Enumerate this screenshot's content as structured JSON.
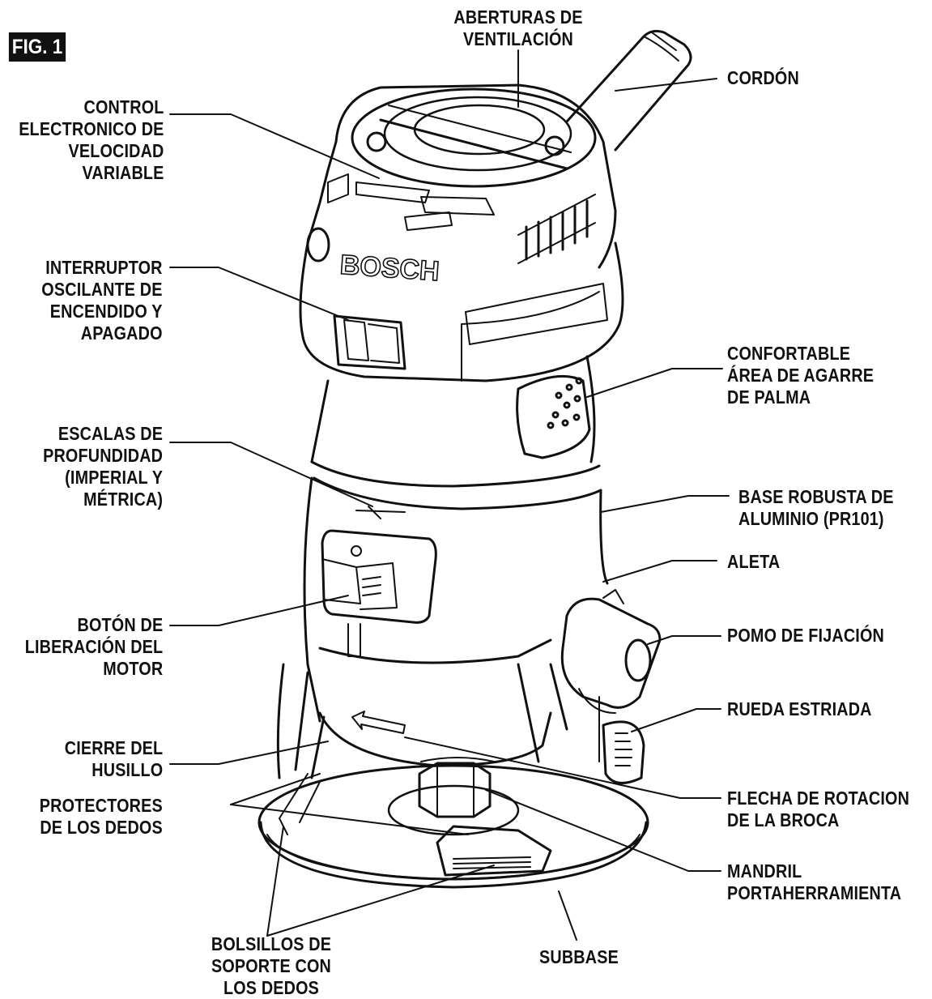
{
  "figure": {
    "badge": "FIG. 1",
    "logo": "BOSCH"
  },
  "labels": {
    "vents": "ABERTURAS DE\nVENTILACIÓN",
    "cord": "CORDÓN",
    "speed": "CONTROL\nELECTRONICO DE\nVELOCIDAD\nVARIABLE",
    "switch": "INTERRUPTOR\nOSCILANTE DE\nENCENDIDO Y\nAPAGADO",
    "grip": "CONFORTABLE\nÁREA DE AGARRE\nDE PALMA",
    "depth": "ESCALAS DE\nPROFUNDIDAD\n(IMPERIAL Y\nMÉTRICA)",
    "base": "BASE ROBUSTA DE\nALUMINIO (PR101)",
    "fin": "ALETA",
    "release": "BOTÓN DE\nLIBERACIÓN DEL\nMOTOR",
    "clamp": "POMO DE FIJACIÓN",
    "knurl": "RUEDA ESTRIADA",
    "spindle": "CIERRE DEL\nHUSILLO",
    "guards": "PROTECTORES\nDE LOS DEDOS",
    "arrow": "FLECHA DE ROTACION\nDE LA BROCA",
    "collet": "MANDRIL\nPORTAHERRAMIENTA",
    "pockets": "BOLSILLOS DE\nSOPORTE CON\nLOS DEDOS",
    "subbase": "SUBBASE"
  }
}
